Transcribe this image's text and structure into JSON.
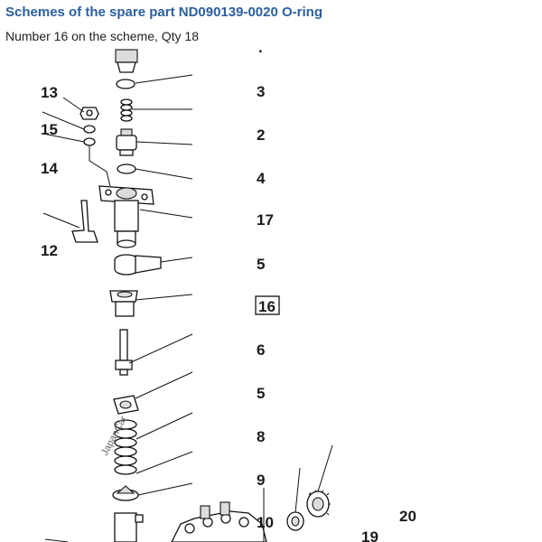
{
  "header": {
    "title": "Schemes of the spare part ND090139-0020 O-ring",
    "subtitle": "Number 16 on the scheme, Qty 18"
  },
  "diagram": {
    "callouts": {
      "n3": "3",
      "n2": "2",
      "n4": "4",
      "n17": "17",
      "n5a": "5",
      "n16": "16",
      "n6": "6",
      "n5b": "5",
      "n8": "8",
      "n9": "9",
      "n10": "10",
      "n13": "13",
      "n15": "15",
      "n14": "14",
      "n12": "12",
      "n20": "20",
      "n19": "19"
    },
    "highlighted_callout": "16",
    "watermark": "JapanCar",
    "top_dot": "."
  }
}
